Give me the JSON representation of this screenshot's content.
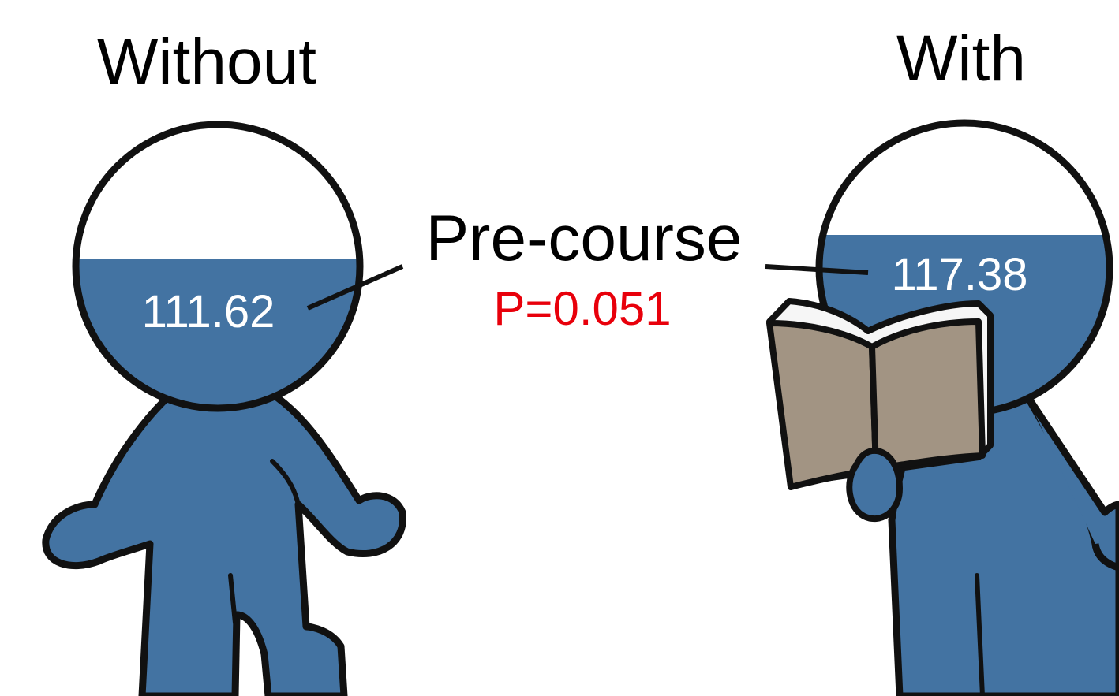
{
  "left_figure": {
    "title": "Without",
    "score": "111.62",
    "fill_level_fraction_of_head": 0.47
  },
  "right_figure": {
    "title": "With",
    "score": "117.38",
    "fill_level_fraction_of_head": 0.65,
    "prop": "open-book"
  },
  "center": {
    "label": "Pre-course",
    "p_value": "P=0.051"
  },
  "colors": {
    "figure_fill": "#4373a2",
    "outline": "#111111",
    "book_cover": "#a29483",
    "book_pages": "#f6f6f6",
    "p_value": "#e8000b",
    "text": "#000000",
    "score_text": "#ffffff"
  }
}
